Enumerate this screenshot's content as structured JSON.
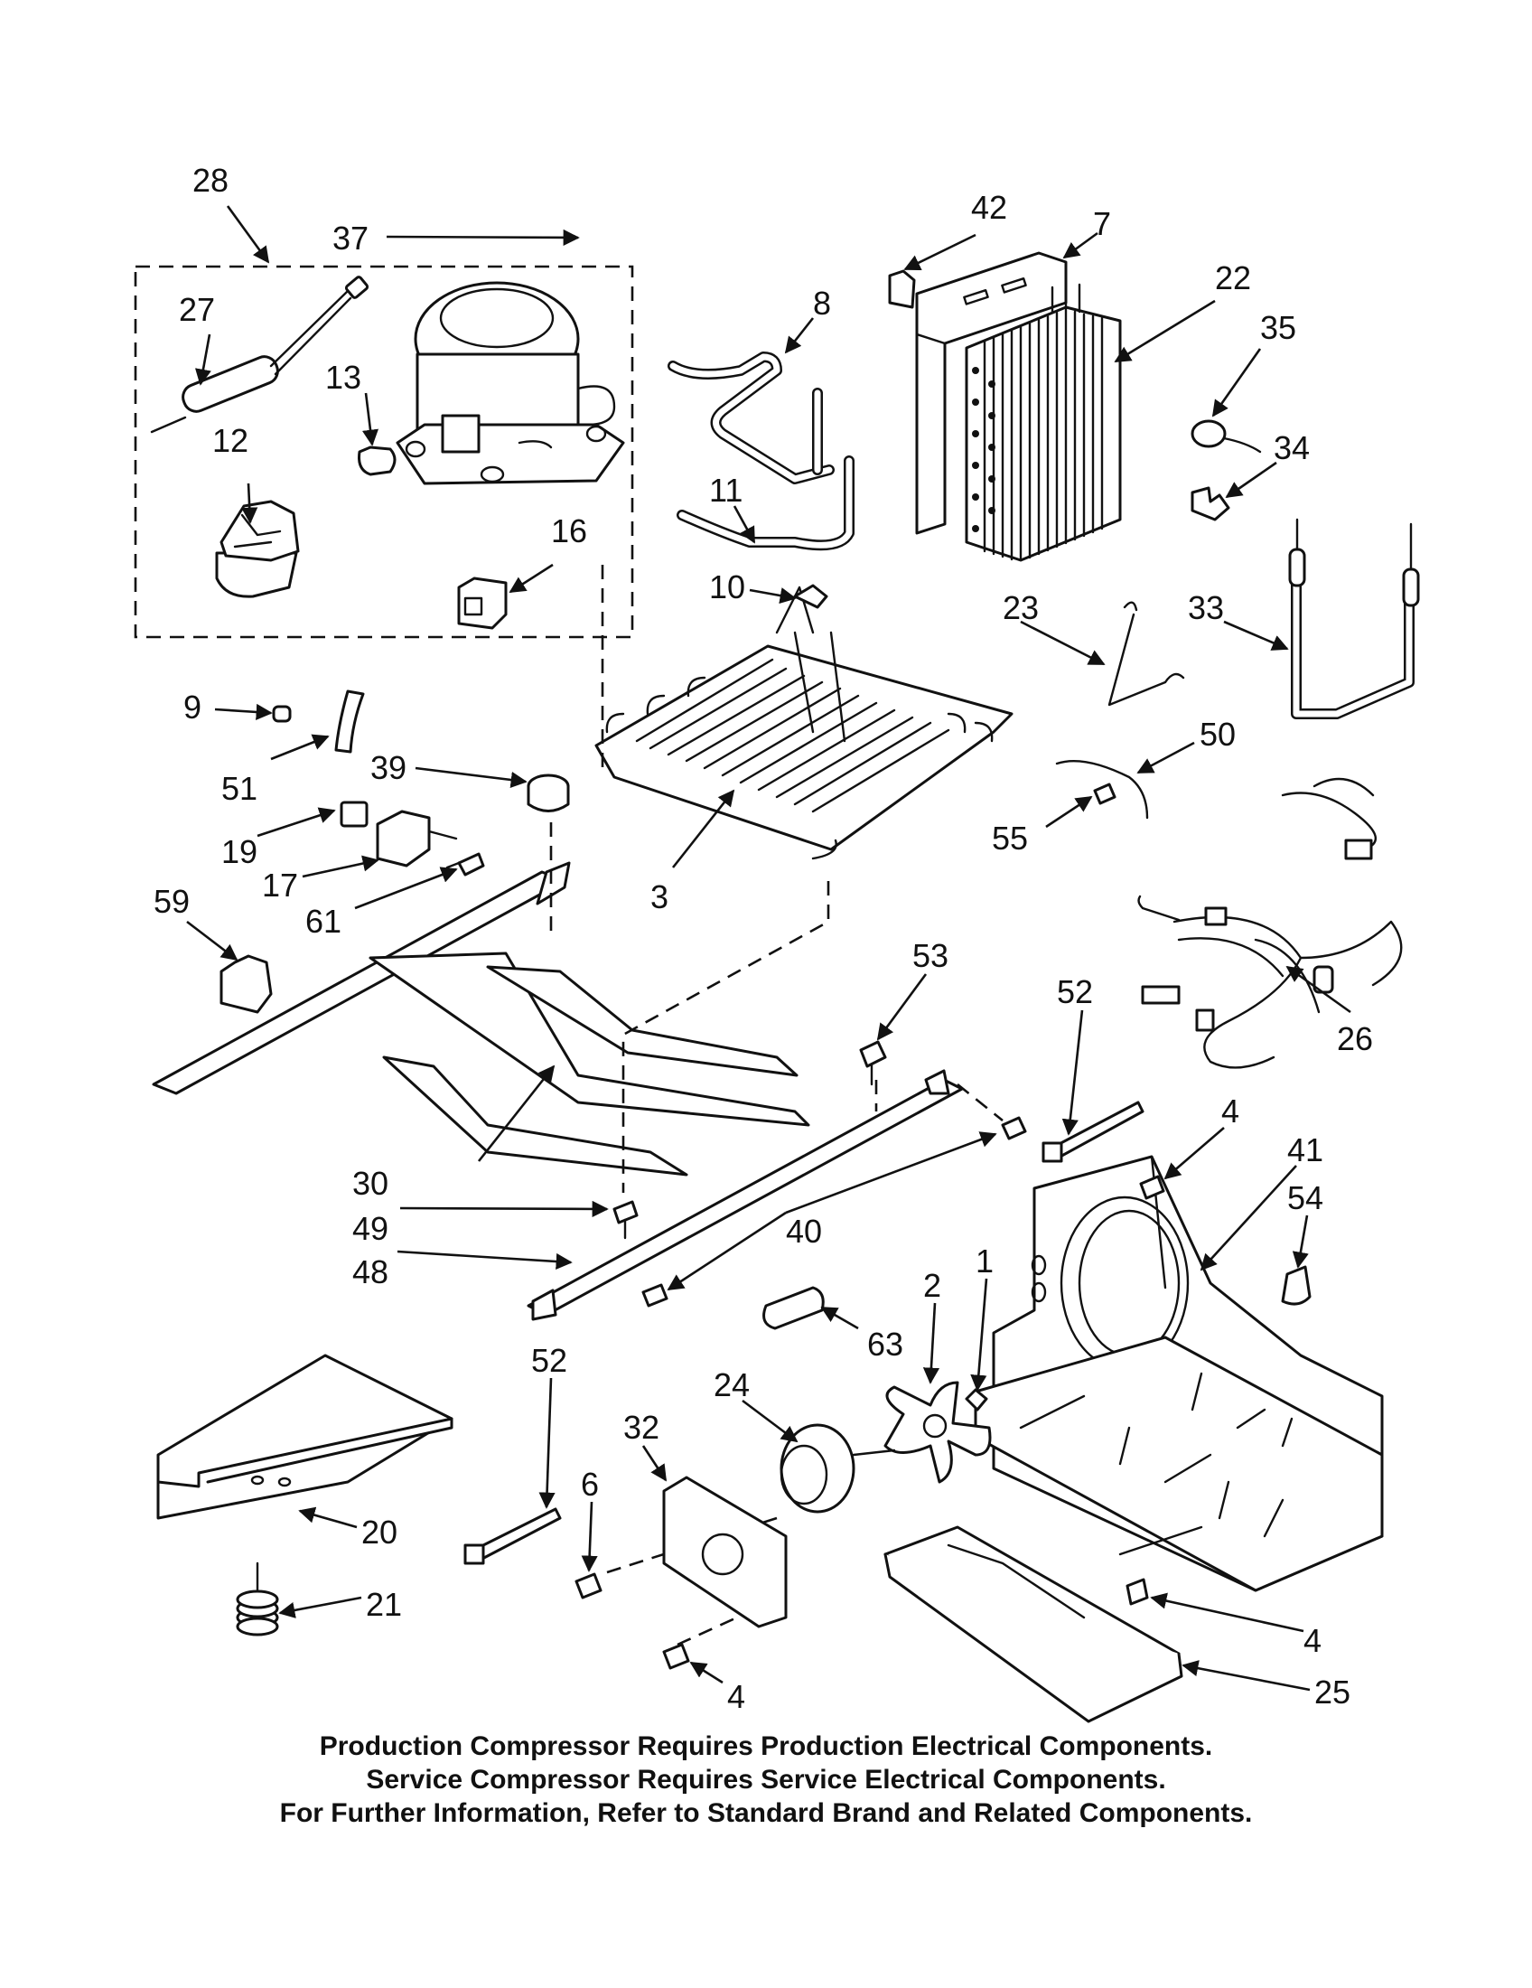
{
  "callouts": {
    "c28": "28",
    "c37": "37",
    "c27": "27",
    "c13": "13",
    "c12": "12",
    "c16": "16",
    "c8": "8",
    "c11": "11",
    "c10": "10",
    "c42": "42",
    "c7": "7",
    "c22": "22",
    "c35": "35",
    "c34": "34",
    "c23": "23",
    "c33": "33",
    "c9": "9",
    "c51": "51",
    "c39": "39",
    "c19": "19",
    "c17": "17",
    "c61": "61",
    "c59": "59",
    "c3": "3",
    "c50": "50",
    "c55": "55",
    "c26": "26",
    "c53": "53",
    "c52a": "52",
    "c30": "30",
    "c49": "49",
    "c48": "48",
    "c40": "40",
    "c4a": "4",
    "c41": "41",
    "c54": "54",
    "c63": "63",
    "c2": "2",
    "c1": "1",
    "c24": "24",
    "c32": "32",
    "c6": "6",
    "c52b": "52",
    "c20": "20",
    "c21": "21",
    "c4b": "4",
    "c25": "25",
    "c4c": "4"
  },
  "notes": {
    "line1": "Production Compressor Requires Production Electrical Components.",
    "line2": "Service Compressor Requires Service Electrical Components.",
    "line3": "For Further Information, Refer to Standard Brand and Related Components."
  }
}
